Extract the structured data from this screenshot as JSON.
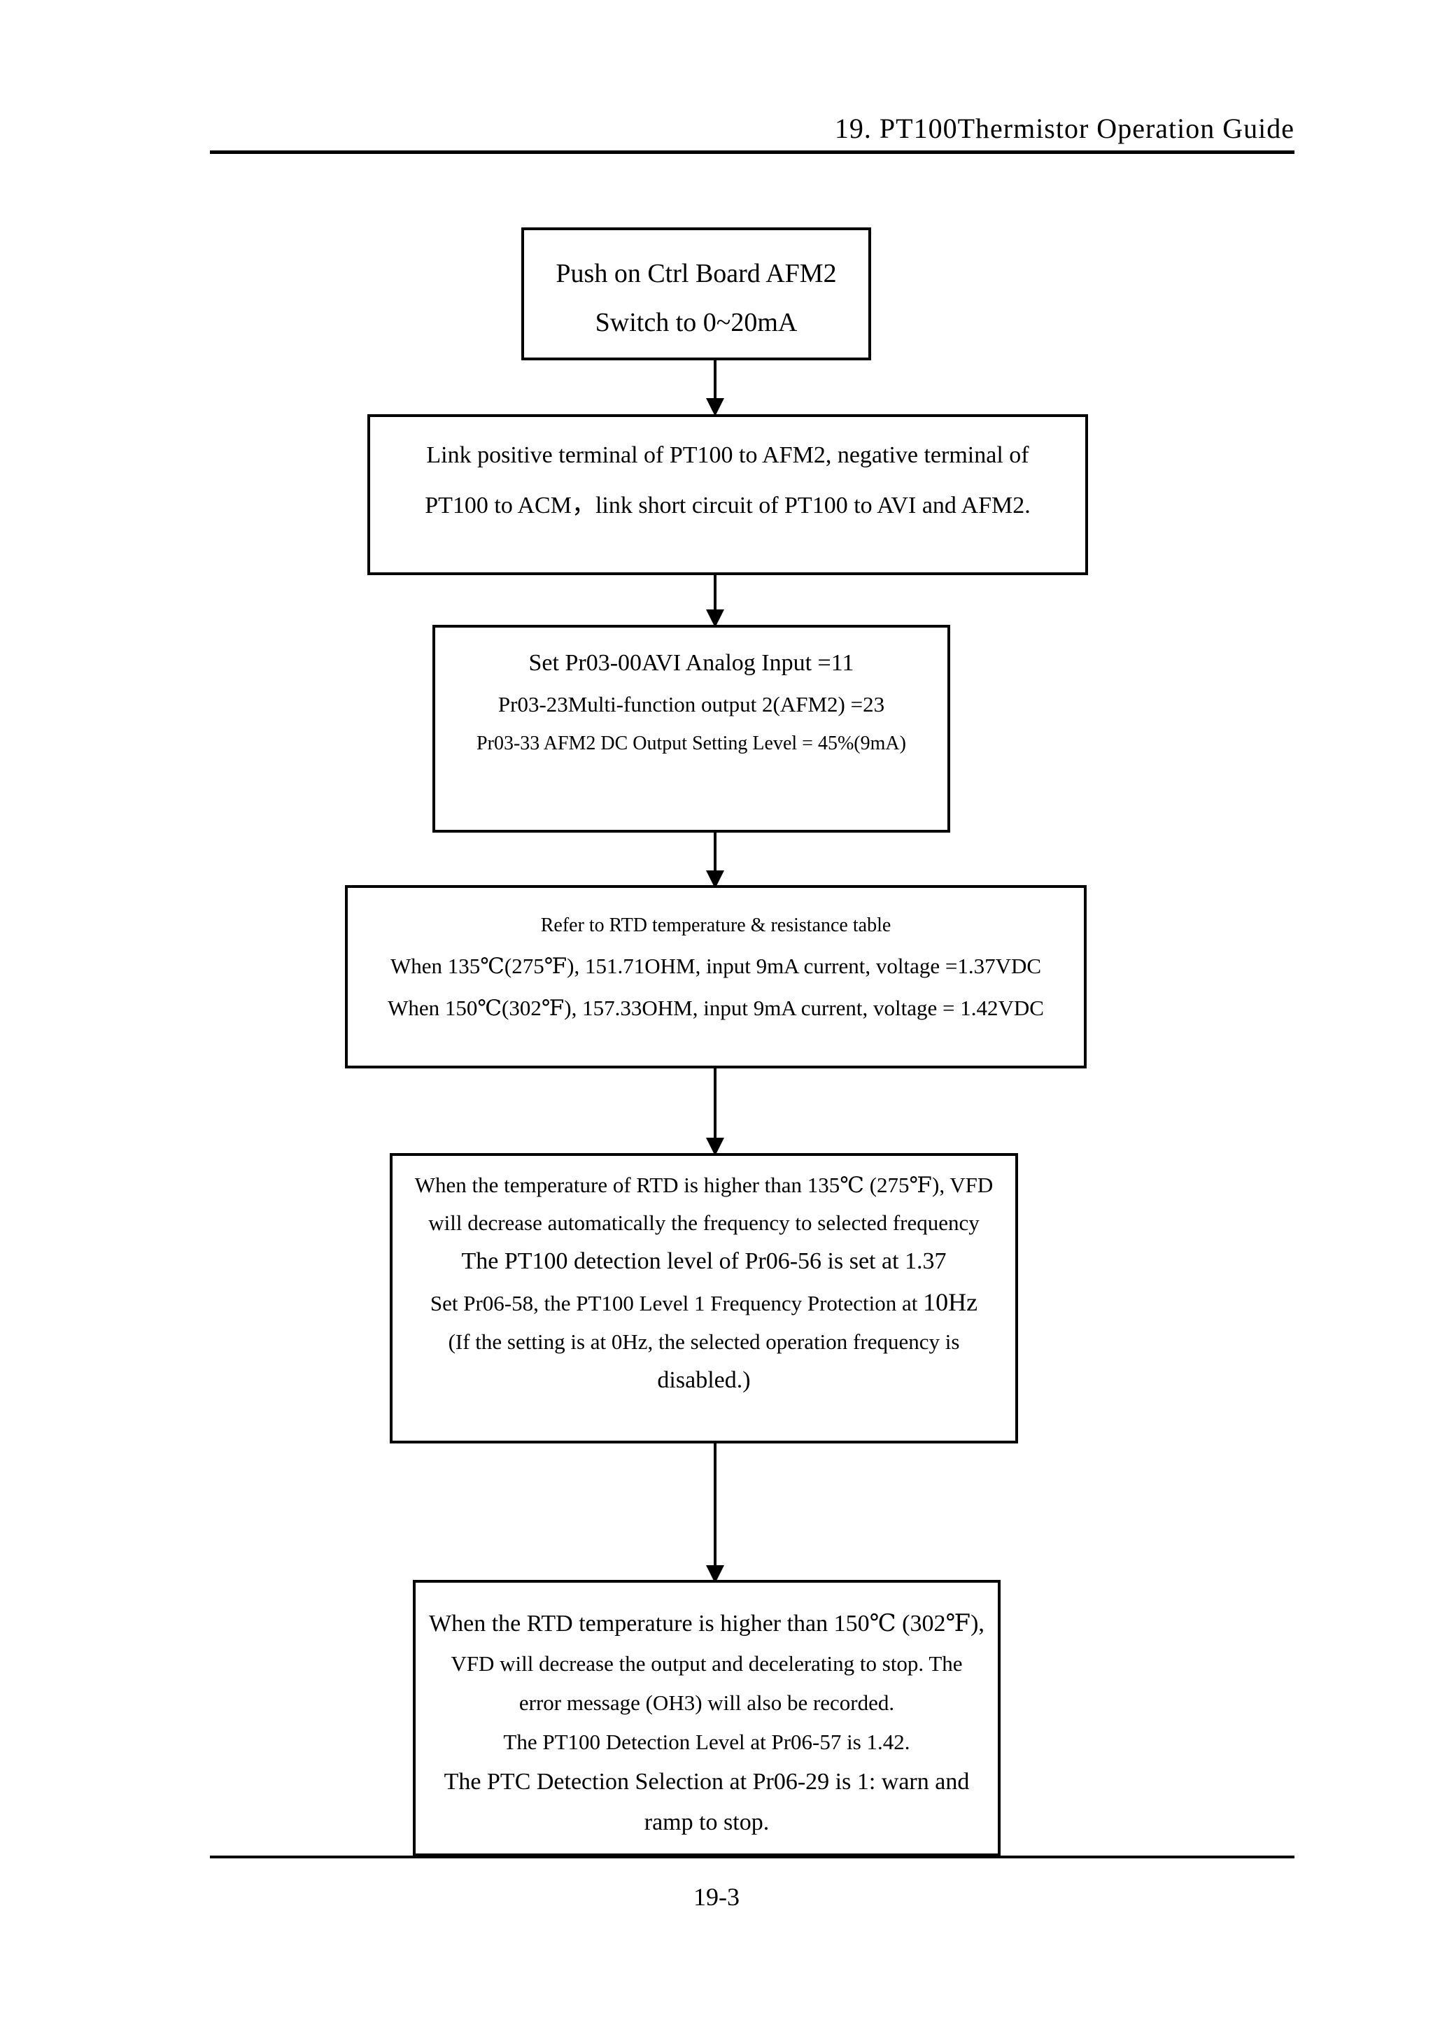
{
  "header": {
    "title": "19.  PT100Thermistor  Operation  Guide"
  },
  "footer": {
    "page_number": "19-3"
  },
  "flowchart": {
    "steps": [
      {
        "id": "step-push-switch",
        "lines": [
          "Push on Ctrl Board AFM2",
          "Switch to 0~20mA"
        ]
      },
      {
        "id": "step-wiring",
        "lines": [
          "Link positive terminal of PT100 to AFM2, negative terminal of",
          "PT100 to ACM，link short circuit of PT100 to AVI and AFM2."
        ]
      },
      {
        "id": "step-parameter-setting",
        "lines": [
          "Set Pr03-00AVI Analog Input =11",
          "Pr03-23Multi-function output 2(AFM2) =23",
          "Pr03-33 AFM2 DC Output Setting Level = 45%(9mA)"
        ]
      },
      {
        "id": "step-rtd-table",
        "lines": [
          "Refer to RTD temperature & resistance table",
          "When 135℃(275℉), 151.71OHM, input 9mA current, voltage =1.37VDC",
          "When 150℃(302℉), 157.33OHM, input 9mA current, voltage = 1.42VDC"
        ]
      },
      {
        "id": "step-level-1-protection",
        "lines": [
          "When the temperature of RTD is higher than 135℃ (275℉), VFD",
          "will decrease automatically the frequency to selected frequency",
          "The PT100 detection level of Pr06-56 is set at 1.37",
          "Set Pr06-58, the PT100 Level 1 Frequency Protection at ",
          "10Hz",
          "(If the setting is at 0Hz, the selected operation frequency is",
          "disabled.)"
        ]
      },
      {
        "id": "step-level-2-protection",
        "lines": [
          "When the RTD temperature is higher than 150℃ (302℉),",
          "VFD will decrease the output and decelerating to stop. The",
          "error message (OH3) will also be recorded.",
          "The PT100 Detection Level at Pr06-57 is 1.42.",
          "The PTC Detection Selection at Pr06-29 is 1: warn and",
          "ramp to stop."
        ]
      }
    ]
  }
}
